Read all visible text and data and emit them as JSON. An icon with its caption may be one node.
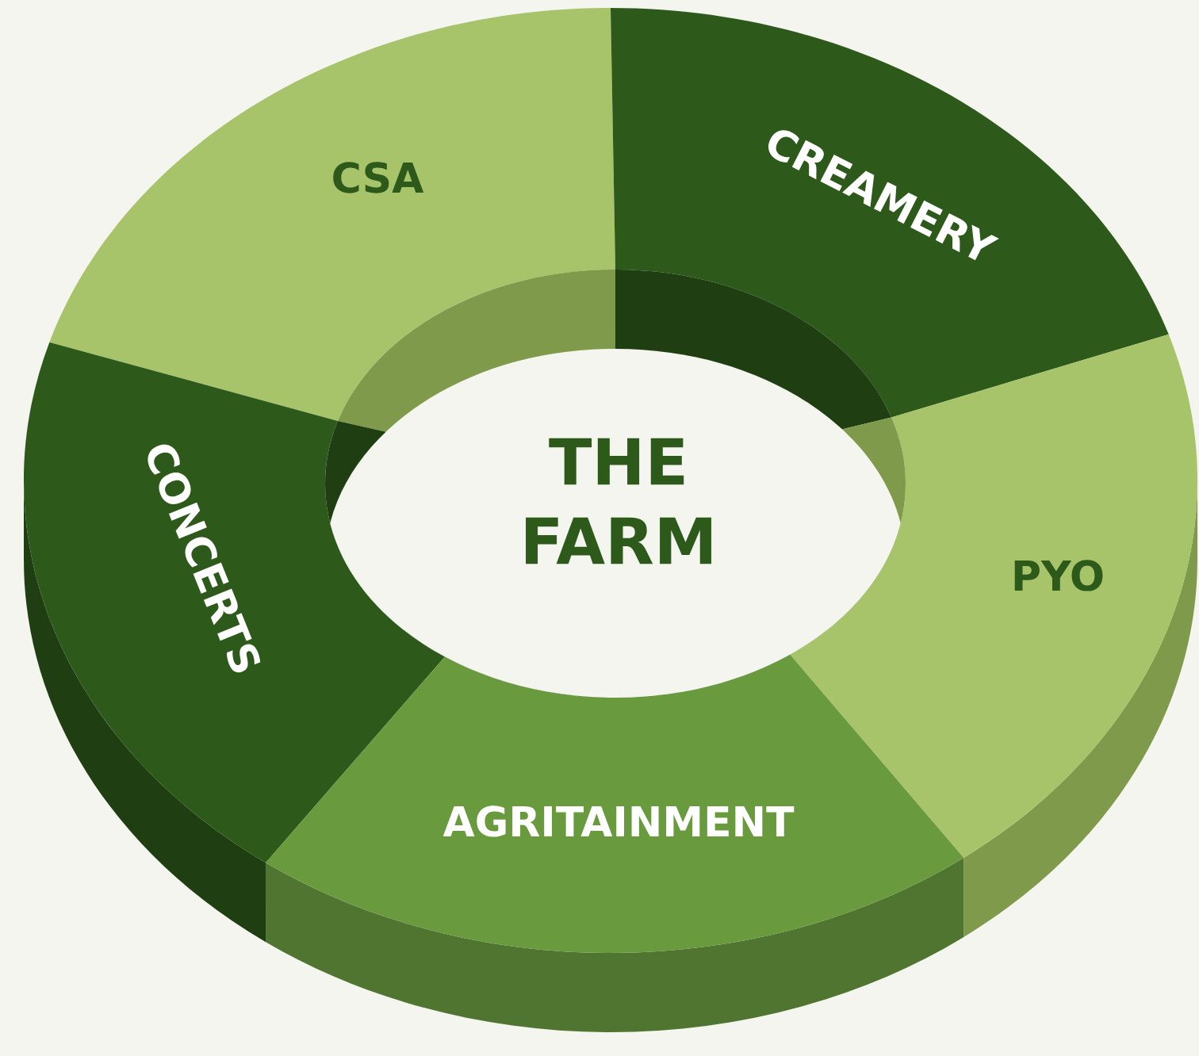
{
  "diagram": {
    "nodes": [
      {
        "text": [
          "CSA"
        ]
      },
      {
        "text": [
          "CREAMERY"
        ]
      },
      {
        "text": [
          "THE FARM"
        ]
      },
      {
        "text": [
          "CONCERTS"
        ]
      },
      {
        "text": [
          "PYO"
        ]
      },
      {
        "text": [
          "AGRITAINMENT"
        ]
      }
    ]
  }
}
